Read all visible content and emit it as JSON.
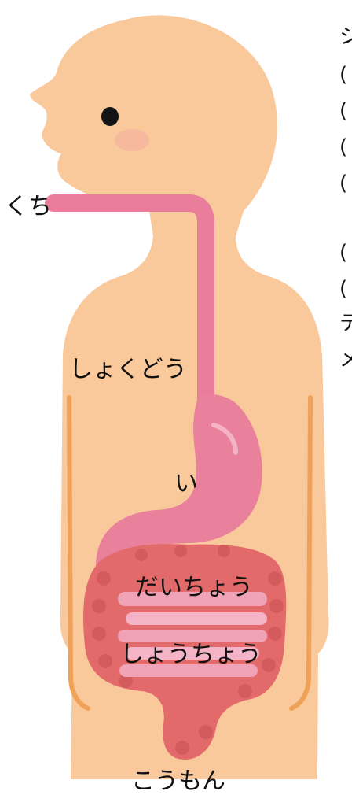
{
  "labels": {
    "mouth": "くち",
    "esophagus": "しょくどう",
    "stomach": "い",
    "large_intestine": "だいちょう",
    "small_intestine": "しょうちょう",
    "anus": "こうもん"
  },
  "cropped_text_fragments": [
    "シ",
    "(",
    "(",
    "(",
    "(",
    "(",
    "(",
    "テ",
    "メ"
  ],
  "colors": {
    "skin": "#f9c89b",
    "skin_edge": "#f3b681",
    "cheek": "#f6b2a0",
    "eye": "#141414",
    "esophagus": "#e97d9b",
    "stomach": "#e9809c",
    "stomach_highlight": "#f4b3c6",
    "small_intestine": "#f0a2b6",
    "large_intestine": "#e36a6a",
    "large_intestine_dark": "#c94f52",
    "arm_line": "#f0a158"
  }
}
